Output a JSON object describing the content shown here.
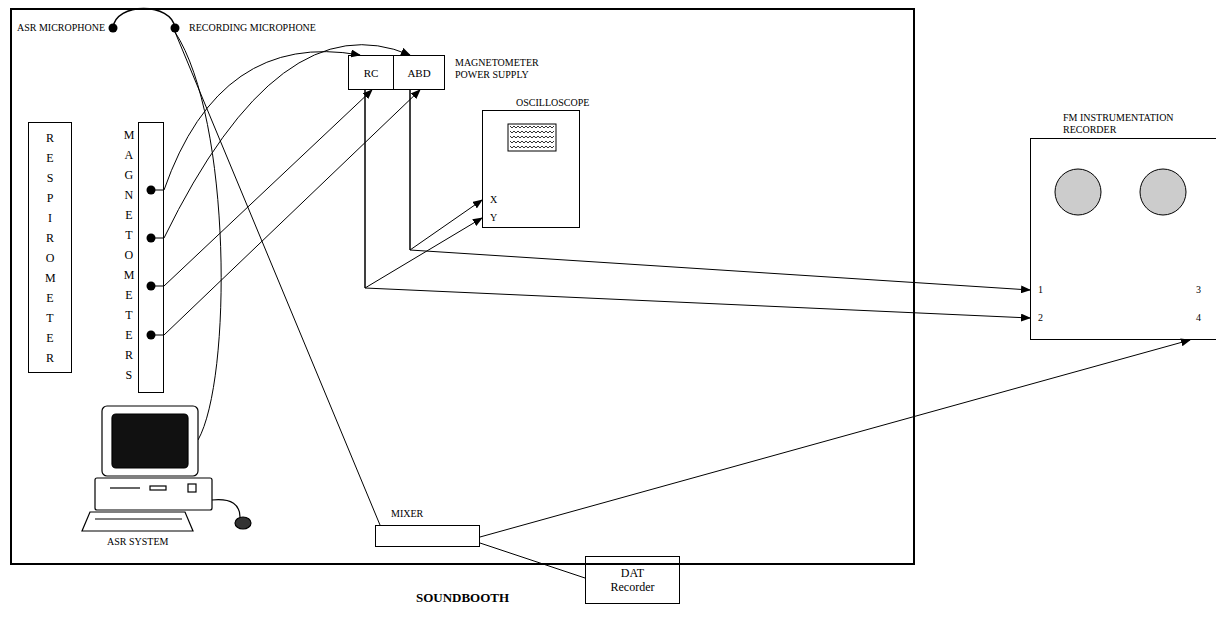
{
  "diagram": {
    "nodes": [
      {
        "text": [
          "SOUNDBOOTH"
        ]
      },
      {
        "text": [
          "RESPIROMETER"
        ],
        "in": 0
      },
      {
        "text": [
          "MAGNETOMETERS"
        ],
        "in": 0
      },
      {
        "text": [
          "MAGNETOMETER POWER SUPPLY"
        ],
        "in": 0
      },
      {
        "text": [
          "RC"
        ],
        "in": 3
      },
      {
        "text": [
          "ABD"
        ],
        "in": 3
      },
      {
        "text": [
          "OSCILLOSCOPE"
        ],
        "in": 0
      },
      {
        "text": [
          "MIXER"
        ],
        "in": 0
      },
      {
        "text": [
          "DAT Recorder"
        ]
      },
      {
        "text": [
          "FM INSTRUMENTATION RECORDER"
        ]
      }
    ],
    "edges": [
      {
        "from": 2,
        "to": 4,
        "arrow": "to"
      },
      {
        "from": 2,
        "to": 5,
        "arrow": "to"
      },
      {
        "from": 2,
        "to": 4,
        "arrow": "to"
      },
      {
        "from": 2,
        "to": 5,
        "arrow": "to"
      },
      {
        "from": 4,
        "to": 6,
        "arrow": "to"
      },
      {
        "from": 4,
        "to": 9,
        "arrow": "to"
      },
      {
        "from": 5,
        "to": 6,
        "arrow": "to"
      },
      {
        "from": 5,
        "to": 9,
        "arrow": "to"
      },
      {
        "from": 7,
        "to": 9,
        "arrow": "to"
      },
      {
        "from": 7,
        "to": 8,
        "arrow": "none"
      }
    ],
    "labels": [
      "ASR MICROPHONE",
      "RECORDING MICROPHONE",
      "X",
      "Y",
      "1",
      "2",
      "3",
      "4",
      "ASR SYSTEM"
    ]
  }
}
